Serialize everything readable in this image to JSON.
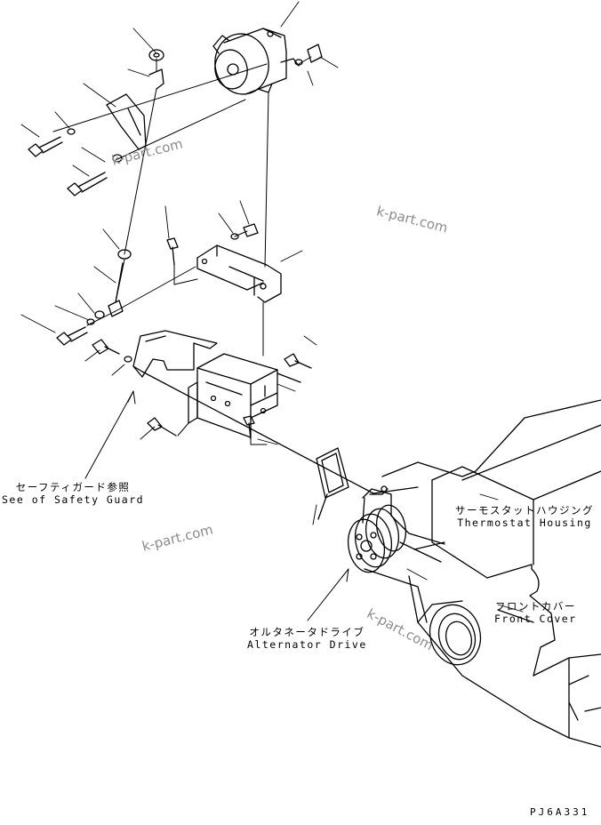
{
  "labels": {
    "safety_guard_jp": "セーフティガード参照",
    "safety_guard_en": "See of Safety Guard",
    "thermostat_jp": "サーモスタットハウジング",
    "thermostat_en": "Thermostat Housing",
    "front_cover_jp": "フロントカバー",
    "front_cover_en": "Front Cover",
    "alternator_drive_jp": "オルタネータドライブ",
    "alternator_drive_en": "Alternator Drive"
  },
  "watermark": "k-part.com",
  "drawing_code": "PJ6A331"
}
